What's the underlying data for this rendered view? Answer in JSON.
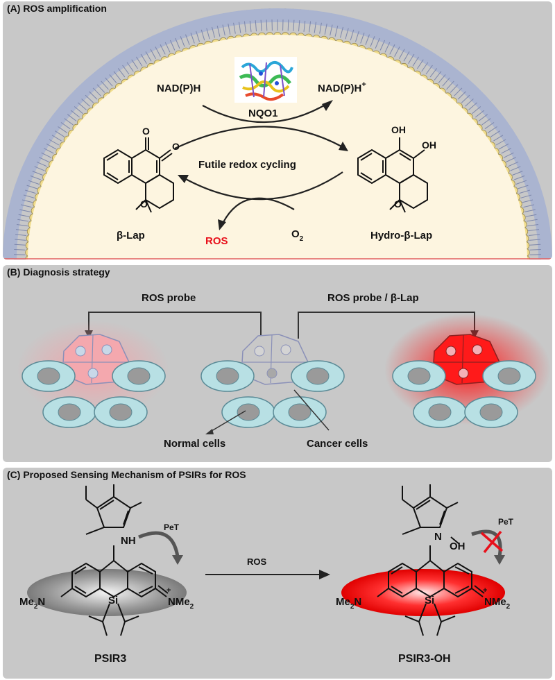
{
  "panel_a": {
    "title": "(A) ROS amplification",
    "nadph": "NAD(P)H",
    "nadp_plus": "NAD(P)H",
    "nadp_plus_sup": "+",
    "enzyme": "NQO1",
    "cycle": "Futile redox cycling",
    "ox_group": "O",
    "oh_group": "OH",
    "ring_o": "O",
    "blap": "Lap",
    "hydro_prefix": "Hydro-",
    "hydro_lap": "Lap",
    "beta": "β-",
    "ros": "ROS",
    "o2": "O",
    "o2_sub": "2",
    "colors": {
      "ros": "#e8101b",
      "membrane_head": "#f0dc8c",
      "cytoplasm": "#fdf5e0"
    }
  },
  "panel_b": {
    "title": "(B) Diagnosis strategy",
    "left_probe": "ROS probe",
    "right_probe": "ROS probe / ",
    "right_probe_lap": "Lap",
    "beta": "β-",
    "normal": "Normal cells",
    "cancer": "Cancer cells",
    "colors": {
      "normal_cell": "#b8e0e4",
      "glow_weak": "#f3a0a6",
      "glow_strong": "#ff1010"
    }
  },
  "panel_c": {
    "title": "(C) Proposed Sensing Mechanism of PSIRs for ROS",
    "pet": "PeT",
    "ros": "ROS",
    "nh": "NH",
    "noh": "N",
    "oh": "OH",
    "me2n": "Me",
    "me2n_n": "N",
    "nme2": "NMe",
    "sub2": "2",
    "plus": "+",
    "si": "Si",
    "probe": "PSIR3",
    "product": "PSIR3-OH"
  }
}
